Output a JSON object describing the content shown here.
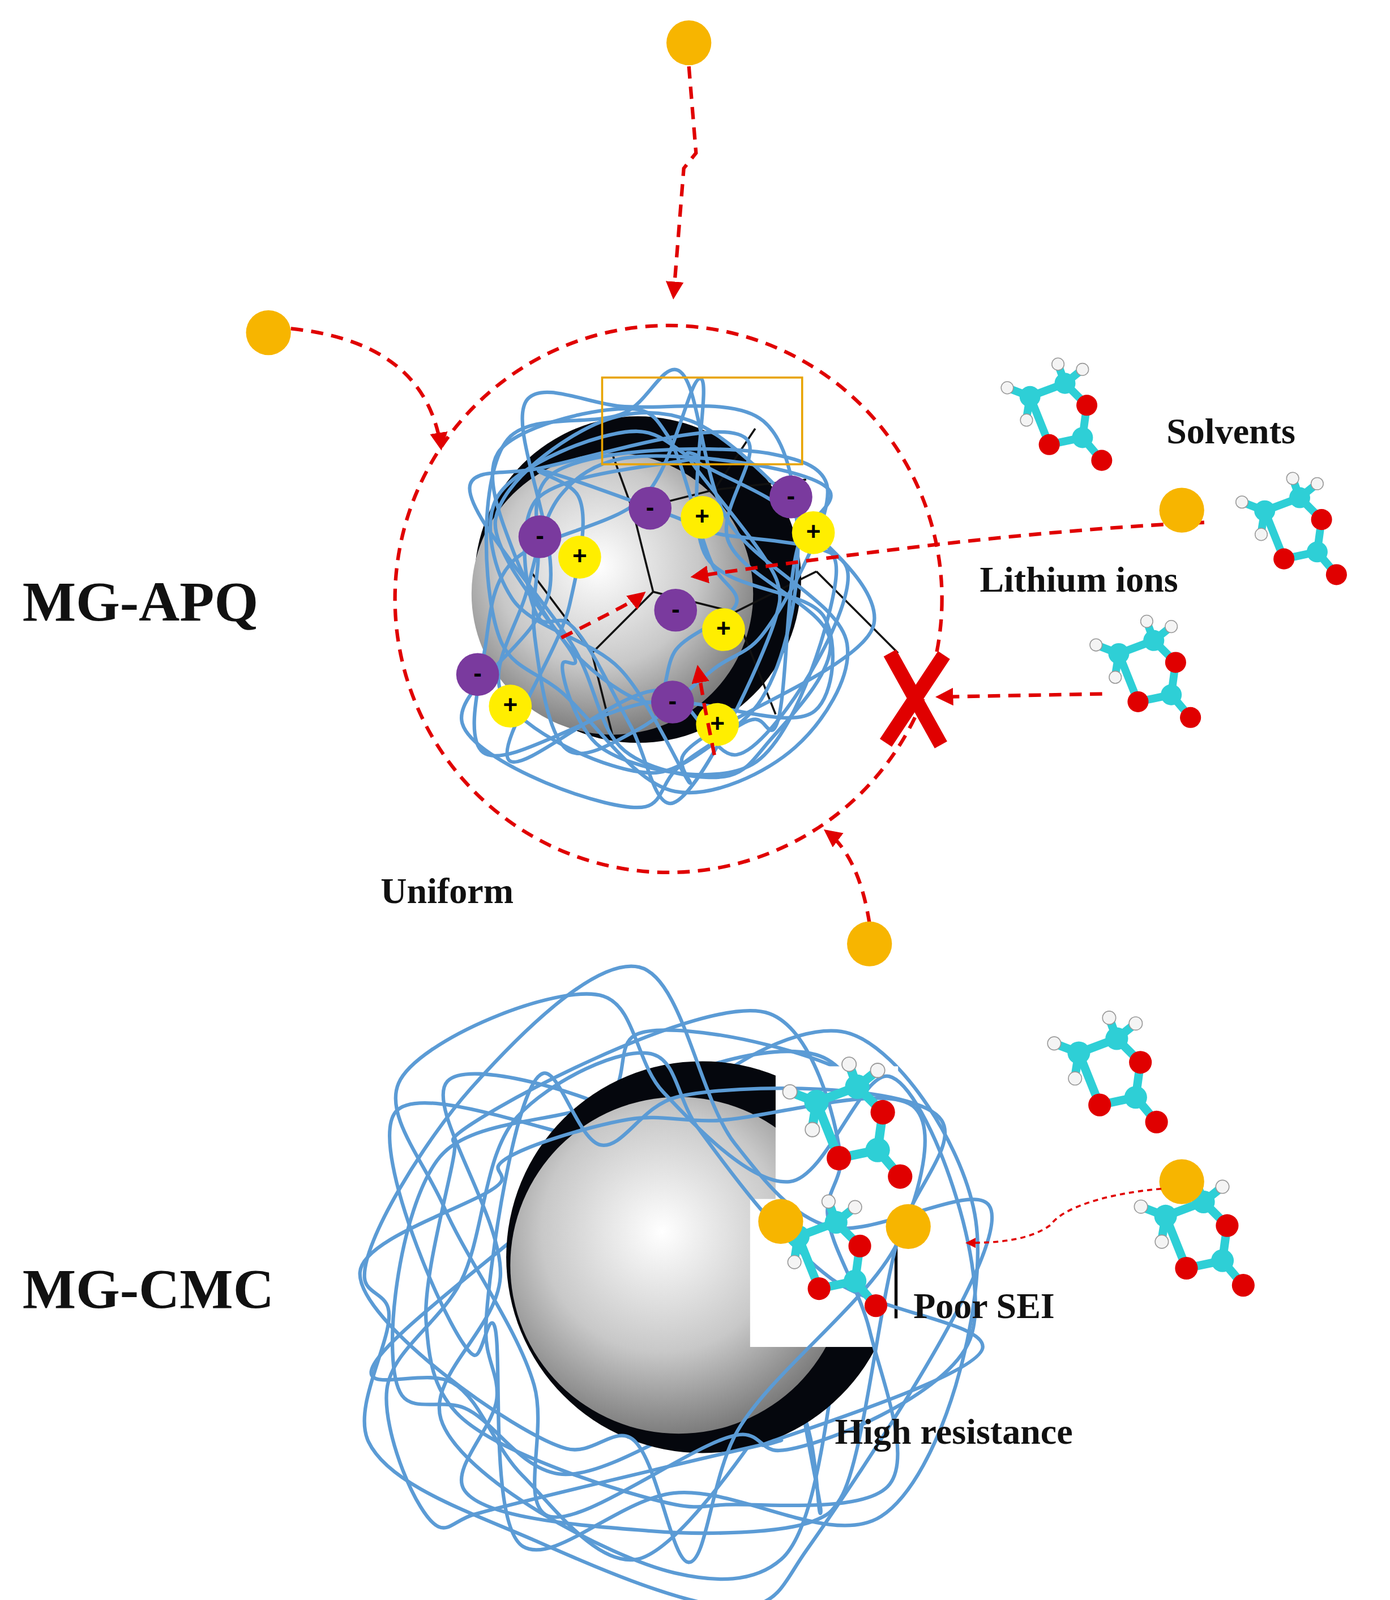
{
  "diagram": {
    "labels": [
      "MG-APQ",
      "Solvents",
      "Lithium ions",
      "Uniform",
      "MG-CMC",
      "Poor SEI",
      "High resistance",
      "-",
      "+",
      "-",
      "+",
      "-",
      "+",
      "-",
      "+",
      "-",
      "+",
      "-",
      "+"
    ]
  }
}
